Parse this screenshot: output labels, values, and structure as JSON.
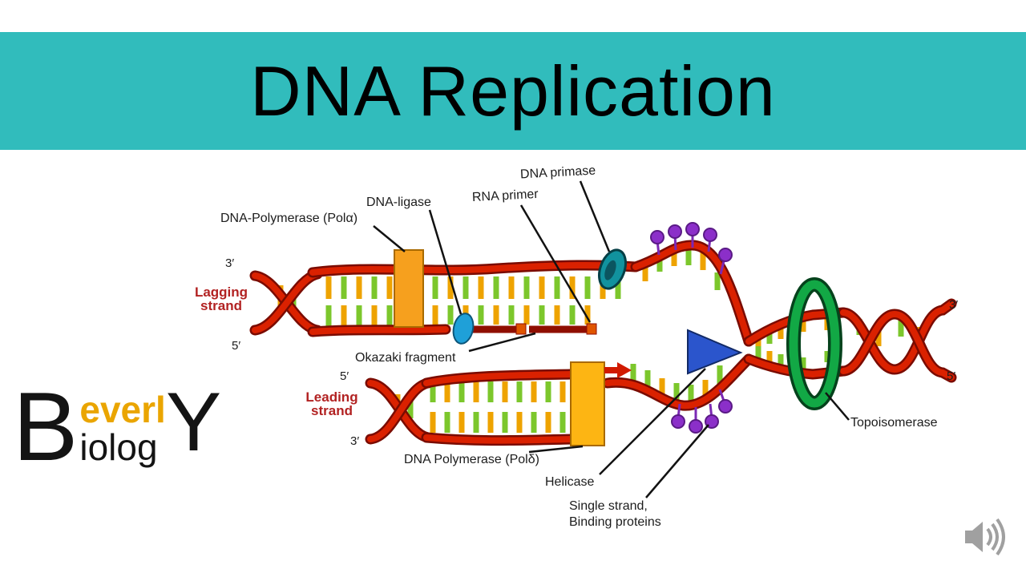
{
  "header": {
    "title": "DNA Replication",
    "background": "#31bcbc"
  },
  "diagram": {
    "labels": {
      "dna_primase": "DNA primase",
      "rna_primer": "RNA primer",
      "dna_ligase": "DNA-ligase",
      "pol_alpha": "DNA-Polymerase (Polα)",
      "lagging_1": "Lagging",
      "lagging_2": "strand",
      "okazaki": "Okazaki fragment",
      "leading_1": "Leading",
      "leading_2": "strand",
      "pol_delta": "DNA Polymerase (Polδ)",
      "helicase": "Helicase",
      "ssb_1": "Single strand,",
      "ssb_2": "Binding proteins",
      "topoisomerase": "Topoisomerase",
      "prime3": "3′",
      "prime5": "5′"
    },
    "colors": {
      "strand_red": "#da2100",
      "strand_outline": "#7a0b00",
      "base_yellow": "#eea300",
      "base_green": "#7cc72c",
      "polymerase_orange": "#f6a01e",
      "pol_delta_yellow": "#fdb513",
      "ligase_blue": "#1fa0d8",
      "primase_teal": "#11929e",
      "helicase_blue": "#2b55cc",
      "ssb_purple": "#8b2fc9",
      "topoisomerase_green": "#12a845",
      "okazaki_maroon": "#8f0e00"
    }
  },
  "logo": {
    "b": "B",
    "everly_mid": "everl",
    "biology_mid": "iolog",
    "y": "Y",
    "gold": "#eaa500"
  },
  "audio": {
    "speaker": "speaker-icon"
  }
}
